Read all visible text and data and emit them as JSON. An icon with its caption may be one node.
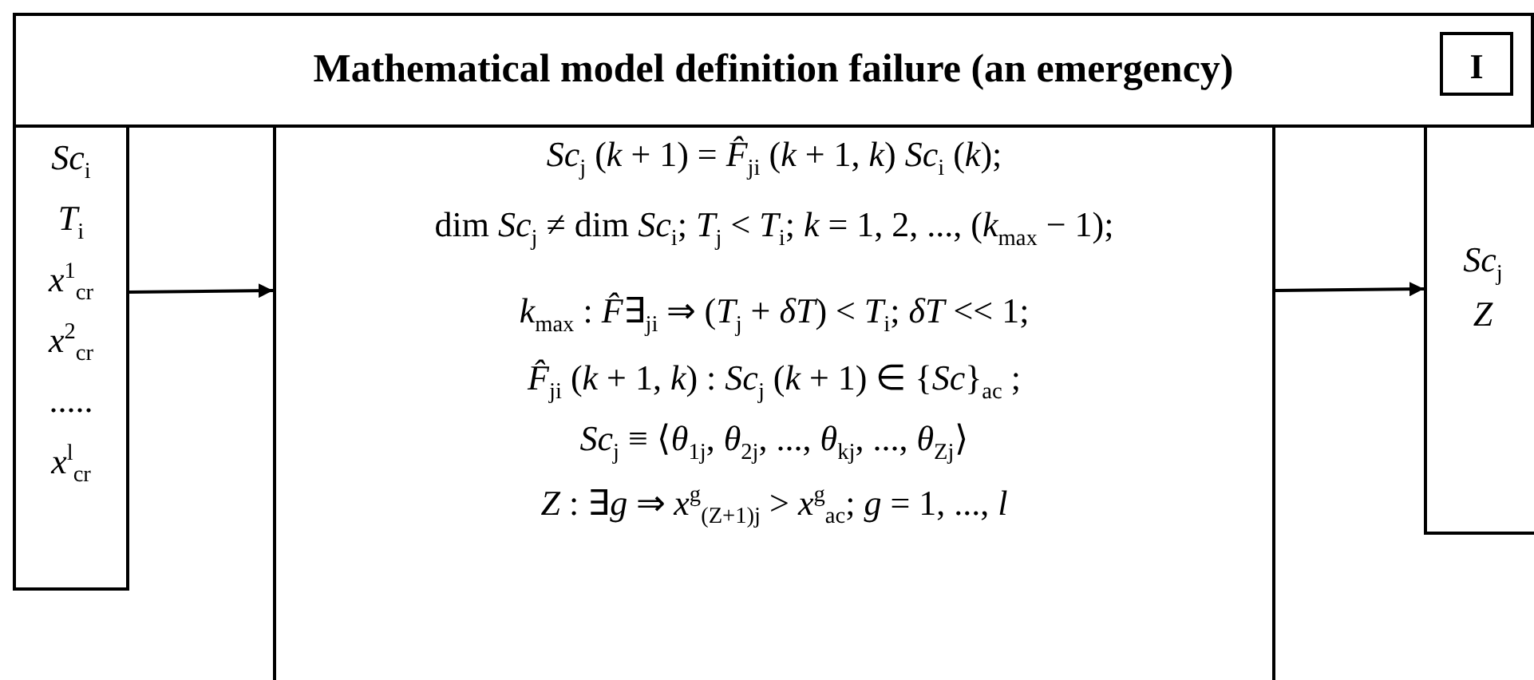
{
  "diagram": {
    "nodes": [
      {
        "text": [
          "Mathematical model definition failure (an emergency)"
        ]
      },
      {
        "text": [
          "I"
        ],
        "in": 0
      },
      {
        "text": [
          "*Sc*$_{i}$",
          "*T*$_{i}$",
          "*x*$^{1}$$_{cr}$",
          "*x*$^{2}$$_{cr}$",
          ".....",
          "*x*$^{l}$$_{cr}$"
        ]
      },
      {
        "text": [
          "*Sc*$_{j}$ (*k* + 1) = *F̂*$_{ji}$ (*k* + 1, *k*) *Sc*$_{i}$ (*k*);",
          "dim *Sc*$_{j}$ ≠ dim *Sc*$_{i}$; *T*$_{j}$ < *T*$_{i}$; *k* = 1, 2, ..., (*k*$_{max}$ − 1);",
          "*k*$_{max}$ : *F̂*∃$_{ji}$ ⇒ (*T*$_{j}$ + *δT*) < *T*$_{i}$; *δT* << 1;",
          "*F̂*$_{ji}$ (*k* + 1, *k*) : *Sc*$_{j}$ (*k* + 1) ∈ {*Sc*}$_{ac}$ ;",
          "*Sc*$_{j}$ ≡ ⟨*θ*$_{1j}$, *θ*$_{2j}$, ..., *θ*$_{kj}$, ..., *θ*$_{Zj}$⟩",
          "*Z* : ∃*g* ⇒ *x*$^{g}$$_{(Z+1)j}$ > *x*$^{g}$$_{ac}$; *g* = 1, ..., *l*"
        ]
      },
      {
        "text": [
          "*Sc*$_{j}$",
          "*Z*"
        ]
      }
    ],
    "edges": [
      {
        "from": 2,
        "to": 3,
        "arrow": "to"
      },
      {
        "from": 3,
        "to": 4,
        "arrow": "to"
      }
    ]
  }
}
